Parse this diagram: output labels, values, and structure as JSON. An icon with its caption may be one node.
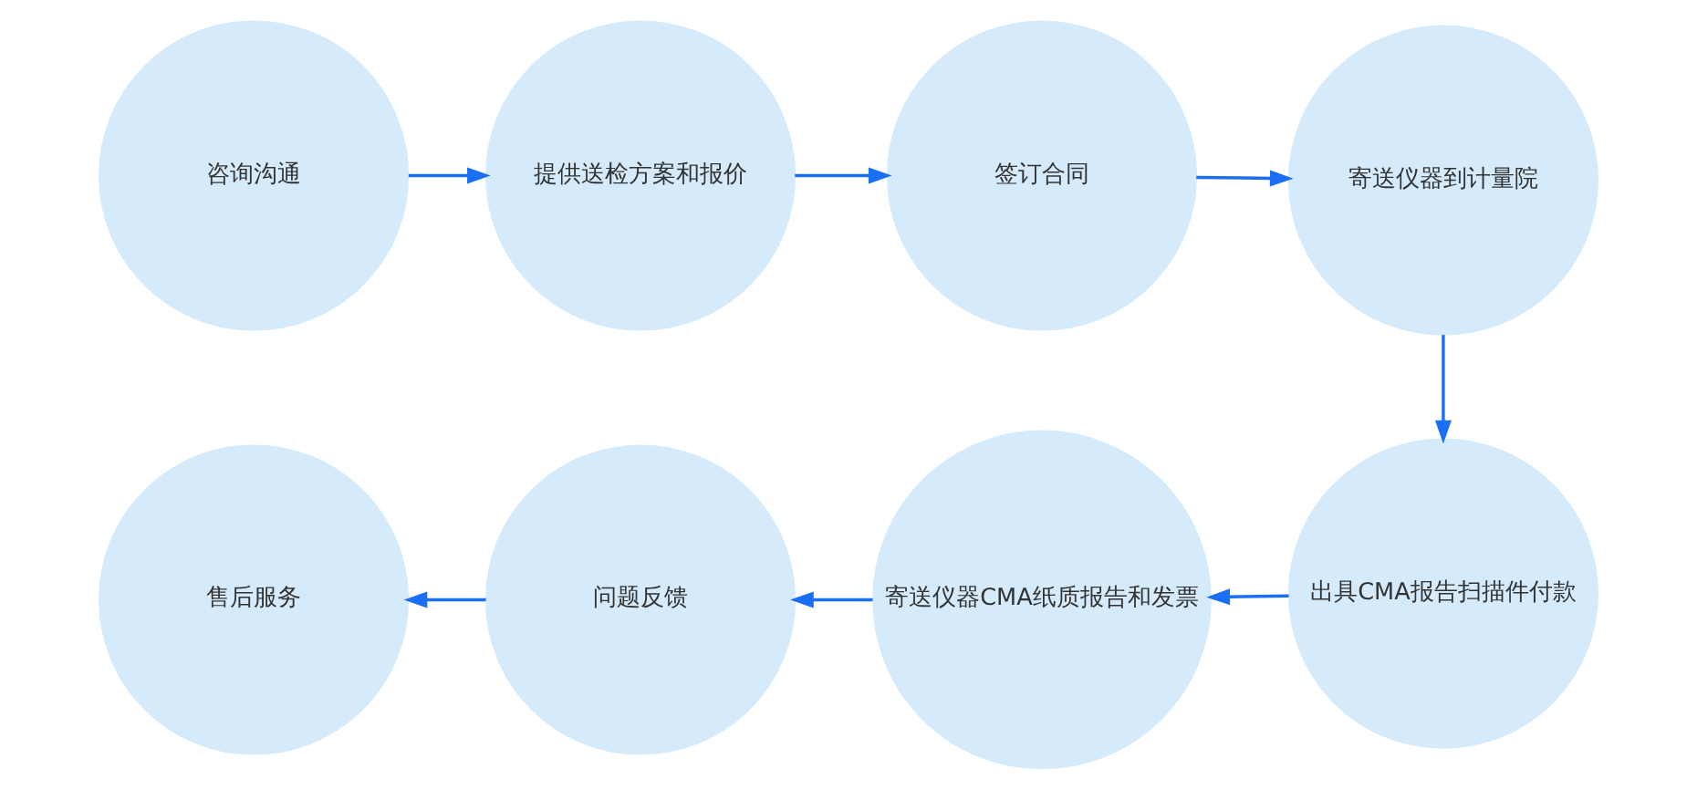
{
  "diagram": {
    "nodes": [
      {
        "text": [
          "咨询沟通"
        ]
      },
      {
        "text": [
          "提供送检方案和报价"
        ]
      },
      {
        "text": [
          "签订合同"
        ]
      },
      {
        "text": [
          "寄送仪器到计量院"
        ]
      },
      {
        "text": [
          "售后服务"
        ]
      },
      {
        "text": [
          "问题反馈"
        ]
      },
      {
        "text": [
          "寄送仪器CMA纸质报告和发票"
        ]
      },
      {
        "text": [
          "出具CMA报告扫描件付款"
        ]
      }
    ],
    "edges": [
      {
        "from": 0,
        "to": 1,
        "arrow": "to"
      },
      {
        "from": 1,
        "to": 2,
        "arrow": "to"
      },
      {
        "from": 2,
        "to": 3,
        "arrow": "to"
      },
      {
        "from": 3,
        "to": 7,
        "arrow": "to"
      },
      {
        "from": 7,
        "to": 6,
        "arrow": "to"
      },
      {
        "from": 6,
        "to": 5,
        "arrow": "to"
      },
      {
        "from": 5,
        "to": 4,
        "arrow": "to"
      }
    ]
  }
}
